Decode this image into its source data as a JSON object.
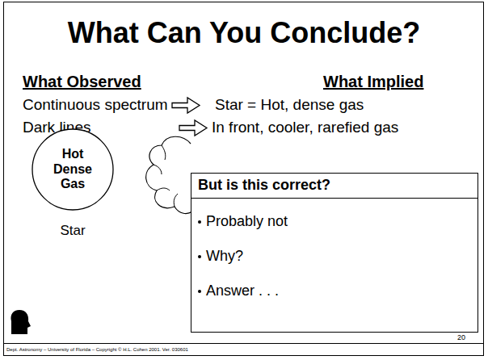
{
  "diagram": {
    "title": "What Can You Conclude?",
    "nodes": [
      {
        "text": [
          "Hot Dense Gas",
          "Star"
        ]
      },
      {
        "text": [
          "But is this correct?",
          "Probably not",
          "Why?",
          "Answer . . ."
        ]
      }
    ],
    "labels": [
      "What Observed",
      "What Implied",
      "Continuous spectrum",
      "Star = Hot, dense gas",
      "Dark lines",
      "In front, cooler, rarefied gas",
      "Dept. Astronomy – University of Florida – Copyright © H.L. Cohen 2001. Ver. 030601",
      "20"
    ]
  }
}
